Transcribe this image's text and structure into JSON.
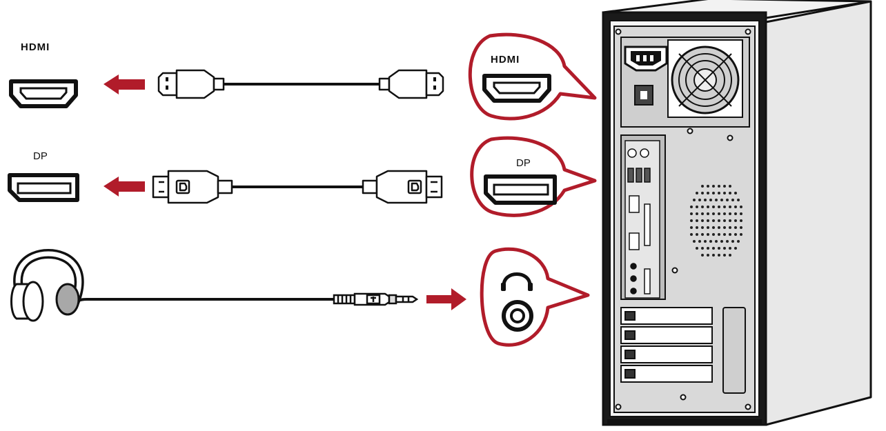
{
  "labels": {
    "hdmi_left": "HDMI",
    "hdmi_bubble": "HDMI",
    "dp_left": "DP",
    "dp_bubble": "DP"
  },
  "colors": {
    "accent_red": "#b11c2a",
    "outline": "#111111",
    "panel_gray": "#d9d9d9",
    "case_side": "#e8e8e8",
    "dark_gray": "#555555"
  },
  "icons": {
    "hdmi_port": "hdmi-port-icon",
    "dp_port": "displayport-port-icon",
    "headphone": "headphone-icon",
    "audio_jack": "audio-jack-icon",
    "arrow": "arrow-icon",
    "computer": "desktop-tower-icon"
  }
}
